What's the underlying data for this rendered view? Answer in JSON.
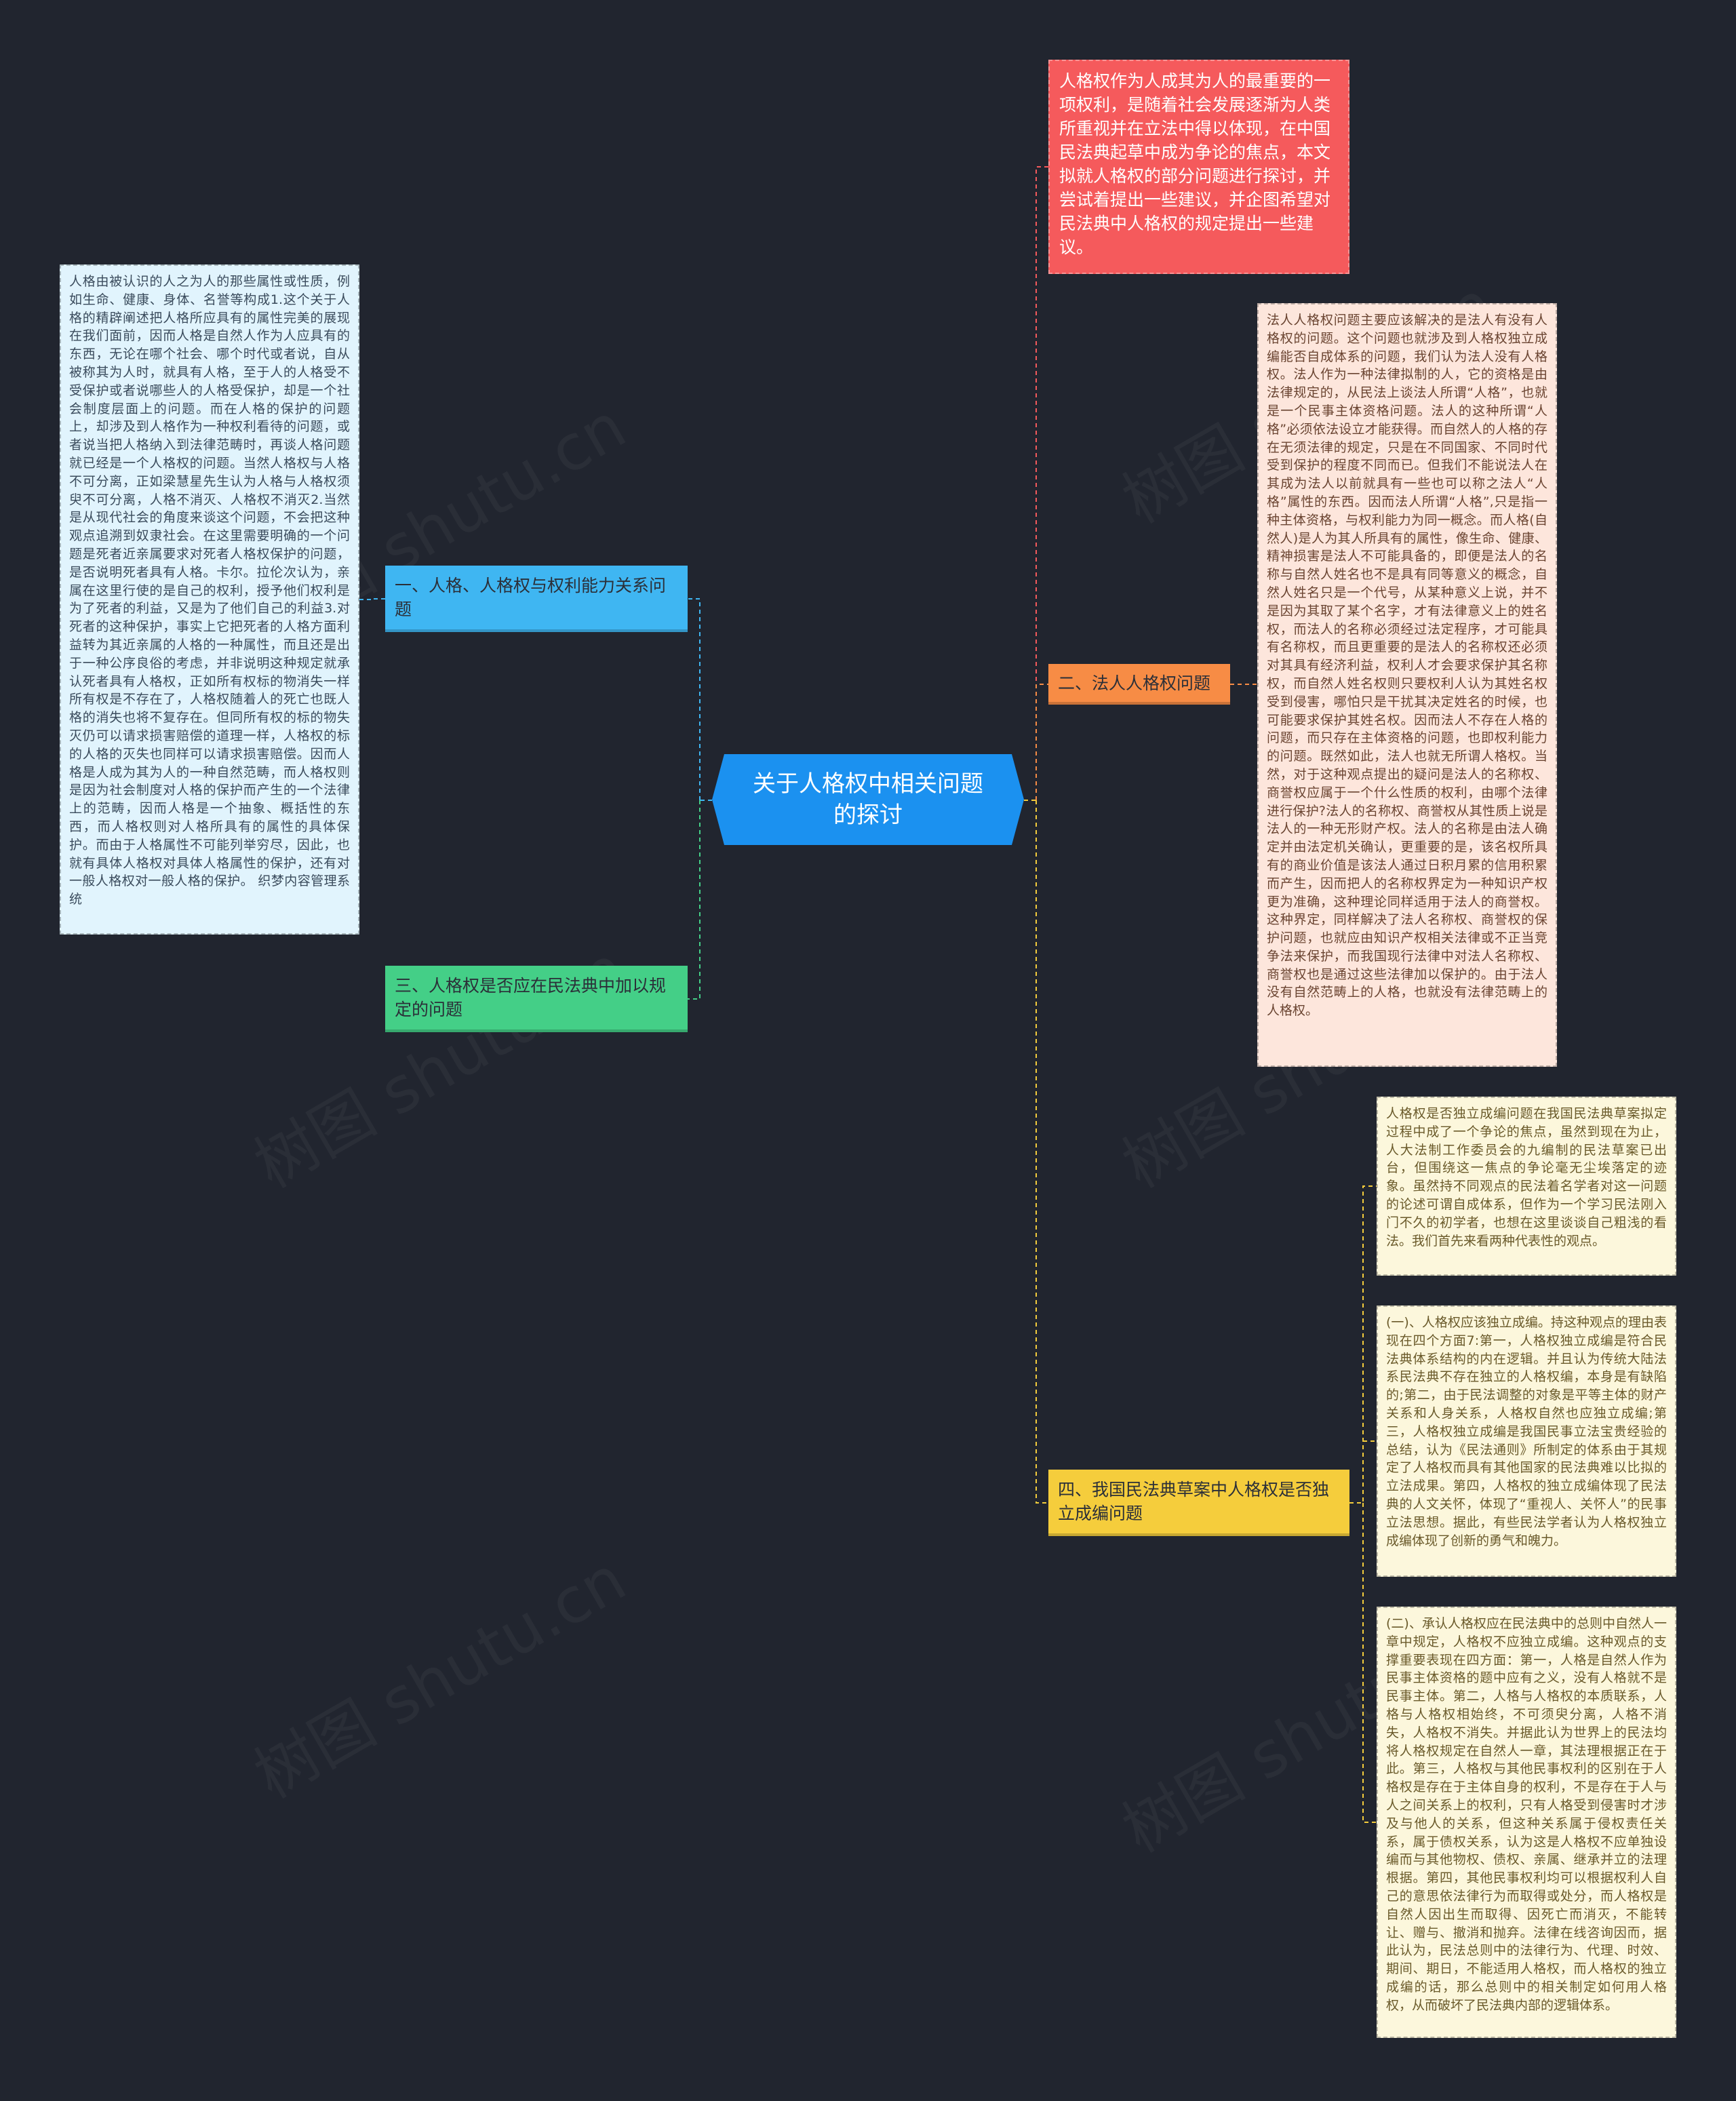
{
  "colors": {
    "background": "#21252f",
    "root": "#1b91f0",
    "intro": "#f55a5c",
    "branch_1": "#3fb6f2",
    "branch_2": "#f78c45",
    "branch_3": "#44cf87",
    "branch_4": "#f5cd3c",
    "leaf_1": "#e1f4fd",
    "leaf_2": "#fde6dc",
    "leaf_4": "#fcf7dc"
  },
  "root": {
    "title": "关于人格权中相关问题的探讨"
  },
  "intro": {
    "text": "人格权作为人成其为人的最重要的一项权利，是随着社会发展逐渐为人类所重视并在立法中得以体现，在中国民法典起草中成为争论的焦点，本文拟就人格权的部分问题进行探讨，并尝试着提出一些建议，并企图希望对民法典中人格权的规定提出一些建议。"
  },
  "branches": [
    {
      "label": "一、人格、人格权与权利能力关系问题",
      "leaves": [
        "人格由被认识的人之为人的那些属性或性质，例如生命、健康、身体、名誉等构成1.这个关于人格的精辟阐述把人格所应具有的属性完美的展现在我们面前，因而人格是自然人作为人应具有的东西，无论在哪个社会、哪个时代或者说，自从被称其为人时，就具有人格，至于人的人格受不受保护或者说哪些人的人格受保护，却是一个社会制度层面上的问题。而在人格的保护的问题上，却涉及到人格作为一种权利看待的问题，或者说当把人格纳入到法律范畴时，再谈人格问题就已经是一个人格权的问题。当然人格权与人格不可分离，正如梁慧星先生认为人格与人格权须臾不可分离，人格不消灭、人格权不消灭2.当然是从现代社会的角度来谈这个问题，不会把这种观点追溯到奴隶社会。在这里需要明确的一个问题是死者近亲属要求对死者人格权保护的问题，是否说明死者具有人格。卡尔。拉伦次认为，亲属在这里行使的是自己的权利，授予他们权利是为了死者的利益，又是为了他们自己的利益3.对死者的这种保护，事实上它把死者的人格方面利益转为其近亲属的人格的一种属性，而且还是出于一种公序良俗的考虑，并非说明这种规定就承认死者具有人格权，正如所有权标的物消失一样所有权是不存在了，人格权随着人的死亡也既人格的消失也将不复存在。但同所有权的标的物失灭仍可以请求损害赔偿的道理一样，人格权的标的人格的灭失也同样可以请求损害赔偿。因而人格是人成为其为人的一种自然范畴，而人格权则是因为社会制度对人格的保护而产生的一个法律上的范畴，因而人格是一个抽象、概括性的东西，而人格权则对人格所具有的属性的具体保护。而由于人格属性不可能列举穷尽，因此，也就有具体人格权对具体人格属性的保护，还有对一般人格权对一般人格的保护。 织梦内容管理系统"
      ]
    },
    {
      "label": "二、法人人格权问题",
      "leaves": [
        "法人人格权问题主要应该解决的是法人有没有人格权的问题。这个问题也就涉及到人格权独立成编能否自成体系的问题，我们认为法人没有人格权。法人作为一种法律拟制的人，它的资格是由法律规定的，从民法上谈法人所谓“人格”，也就是一个民事主体资格问题。法人的这种所谓“人格”必须依法设立才能获得。而自然人的人格的存在无须法律的规定，只是在不同国家、不同时代受到保护的程度不同而已。但我们不能说法人在其成为法人以前就具有一些也可以称之法人“人格”属性的东西。因而法人所谓“人格”,只是指一种主体资格，与权利能力为同一概念。而人格(自然人)是人为其人所具有的属性，像生命、健康、精神损害是法人不可能具备的，即便是法人的名称与自然人姓名也不是具有同等意义的概念，自然人姓名只是一个代号，从某种意义上说，并不是因为其取了某个名字，才有法律意义上的姓名权，而法人的名称必须经过法定程序，才可能具有名称权，而且更重要的是法人的名称权还必须对其具有经济利益，权利人才会要求保护其名称权，而自然人姓名权则只要权利人认为其姓名权受到侵害，哪怕只是干扰其决定姓名的时候，也可能要求保护其姓名权。因而法人不存在人格的问题，而只存在主体资格的问题，也即权利能力的问题。既然如此，法人也就无所谓人格权。当然，对于这种观点提出的疑问是法人的名称权、商誉权应属于一个什么性质的权利，由哪个法律进行保护?法人的名称权、商誉权从其性质上说是法人的一种无形财产权。法人的名称是由法人确定并由法定机关确认，更重要的是，该名权所具有的商业价值是该法人通过日积月累的信用积累而产生，因而把人的名称权界定为一种知识产权更为准确，这种理论同样适用于法人的商誉权。这种界定，同样解决了法人名称权、商誉权的保护问题，也就应由知识产权相关法律或不正当竞争法来保护，而我国现行法律中对法人名称权、商誉权也是通过这些法律加以保护的。由于法人没有自然范畴上的人格，也就没有法律范畴上的人格权。"
      ]
    },
    {
      "label": "三、人格权是否应在民法典中加以规定的问题",
      "leaves": []
    },
    {
      "label": "四、我国民法典草案中人格权是否独立成编问题",
      "leaves": [
        "人格权是否独立成编问题在我国民法典草案拟定过程中成了一个争论的焦点，虽然到现在为止，人大法制工作委员会的九编制的民法草案已出台，但围绕这一焦点的争论毫无尘埃落定的迹象。虽然持不同观点的民法着名学者对这一问题的论述可谓自成体系，但作为一个学习民法刚入门不久的初学者，也想在这里谈谈自己粗浅的看法。我们首先来看两种代表性的观点。",
        "(一)、人格权应该独立成编。持这种观点的理由表现在四个方面7:第一，人格权独立成编是符合民法典体系结构的内在逻辑。并且认为传统大陆法系民法典不存在独立的人格权编，本身是有缺陷的;第二，由于民法调整的对象是平等主体的财产关系和人身关系，人格权自然也应独立成编;第三，人格权独立成编是我国民事立法宝贵经验的总结，认为《民法通则》所制定的体系由于其规定了人格权而具有其他国家的民法典难以比拟的立法成果。第四，人格权的独立成编体现了民法典的人文关怀，体现了“重视人、关怀人”的民事立法思想。据此，有些民法学者认为人格权独立成编体现了创新的勇气和魄力。",
        "(二)、承认人格权应在民法典中的总则中自然人一章中规定，人格权不应独立成编。这种观点的支撑重要表现在四方面：第一，人格是自然人作为民事主体资格的题中应有之义，没有人格就不是民事主体。第二，人格与人格权的本质联系，人格与人格权相始终，不可须臾分离，人格不消失，人格权不消失。并据此认为世界上的民法均将人格权规定在自然人一章，其法理根据正在于此。第三，人格权与其他民事权利的区别在于人格权是存在于主体自身的权利，不是存在于人与人之间关系上的权利，只有人格受到侵害时才涉及与他人的关系，但这种关系属于侵权责任关系，属于债权关系，认为这是人格权不应单独设编而与其他物权、债权、亲属、继承并立的法理根据。第四，其他民事权利均可以根据权利人自己的意思依法律行为而取得或处分，而人格权是自然人因出生而取得、因死亡而消灭，不能转让、赠与、撤消和抛弃。法律在线咨询因而，据此认为，民法总则中的法律行为、代理、时效、期间、期日，不能适用人格权，而人格权的独立成编的话，那么总则中的相关制定如何用人格权，从而破坏了民法典内部的逻辑体系。"
      ]
    }
  ],
  "watermark": {
    "text": "树图 shutu.cn"
  }
}
